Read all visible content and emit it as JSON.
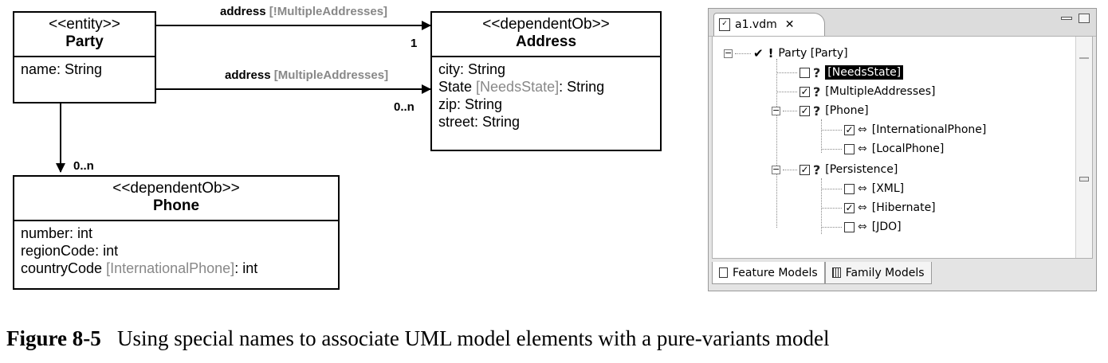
{
  "uml": {
    "party": {
      "stereotype": "<<entity>>",
      "name": "Party",
      "attributes": [
        "name: String"
      ]
    },
    "address": {
      "stereotype": "<<dependentOb>>",
      "name": "Address",
      "attributes": [
        {
          "text": "city: String"
        },
        {
          "pre": "State ",
          "muted": "[NeedsState]",
          "post": ": String"
        },
        {
          "text": "zip: String"
        },
        {
          "text": "street: String"
        }
      ]
    },
    "phone": {
      "stereotype": "<<dependentOb>>",
      "name": "Phone",
      "attributes": [
        {
          "text": "number: int"
        },
        {
          "text": "regionCode: int"
        },
        {
          "pre": "countryCode ",
          "muted": "[InternationalPhone]",
          "post": ": int"
        }
      ]
    },
    "associations": {
      "a1": {
        "pre": "address ",
        "muted": "[!MultipleAddresses]",
        "multiplicity": "1"
      },
      "a2": {
        "pre": "address ",
        "muted": "[MultipleAddresses]",
        "multiplicity": "0..n"
      },
      "phone_mult": "0..n"
    }
  },
  "vdm": {
    "tab_title": "a1.vdm",
    "tree": {
      "root": "Party [Party]",
      "needs_state": "[NeedsState]",
      "multiple_addresses": "[MultipleAddresses]",
      "phone": "[Phone]",
      "international_phone": "[InternationalPhone]",
      "local_phone": "[LocalPhone]",
      "persistence": "[Persistence]",
      "xml": "[XML]",
      "hibernate": "[Hibernate]",
      "jdo": "[JDO]"
    },
    "bottom_tabs": [
      "Feature Models",
      "Family Models"
    ]
  },
  "caption": {
    "label": "Figure 8-5",
    "text": "Using special names to associate UML model elements with a pure-variants model"
  }
}
